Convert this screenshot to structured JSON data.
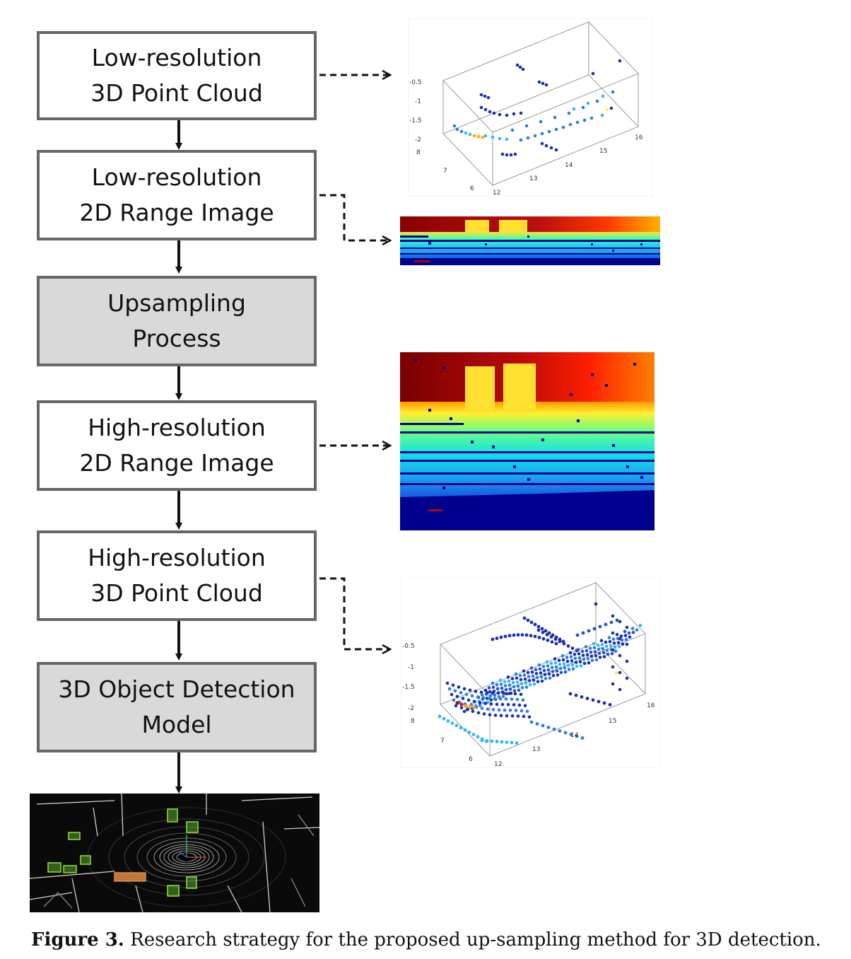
{
  "boxes": [
    {
      "id": "b1",
      "line1": "Low-resolution",
      "line2": "3D Point Cloud"
    },
    {
      "id": "b2",
      "line1": "Low-resolution",
      "line2": "2D Range Image"
    },
    {
      "id": "b3",
      "line1": "Upsampling",
      "line2": "Process"
    },
    {
      "id": "b4",
      "line1": "High-resolution",
      "line2": "2D Range Image"
    },
    {
      "id": "b5",
      "line1": "High-resolution",
      "line2": "3D Point Cloud"
    },
    {
      "id": "b6",
      "line1": "3D Object Detection",
      "line2": "Model"
    }
  ],
  "plot_low": {
    "z_ticks": [
      "-0.5",
      "-1",
      "-1.5",
      "-2"
    ],
    "y_ticks": [
      "8",
      "7",
      "6"
    ],
    "x_ticks": [
      "12",
      "13",
      "14",
      "15",
      "16"
    ]
  },
  "plot_high": {
    "z_ticks": [
      "-0.5",
      "-1",
      "-1.5",
      "-2"
    ],
    "y_ticks": [
      "8",
      "7",
      "6"
    ],
    "x_ticks": [
      "12",
      "13",
      "14",
      "15",
      "16"
    ]
  },
  "caption": {
    "label": "Figure 3.",
    "text": " Research strategy for the proposed up-sampling method for 3D detection."
  },
  "colors": {
    "box_border": "#666666",
    "box_gray": "#d9d9d9",
    "arrow": "#111111",
    "jet_dark_blue": "#00008f",
    "jet_red": "#b40000"
  }
}
